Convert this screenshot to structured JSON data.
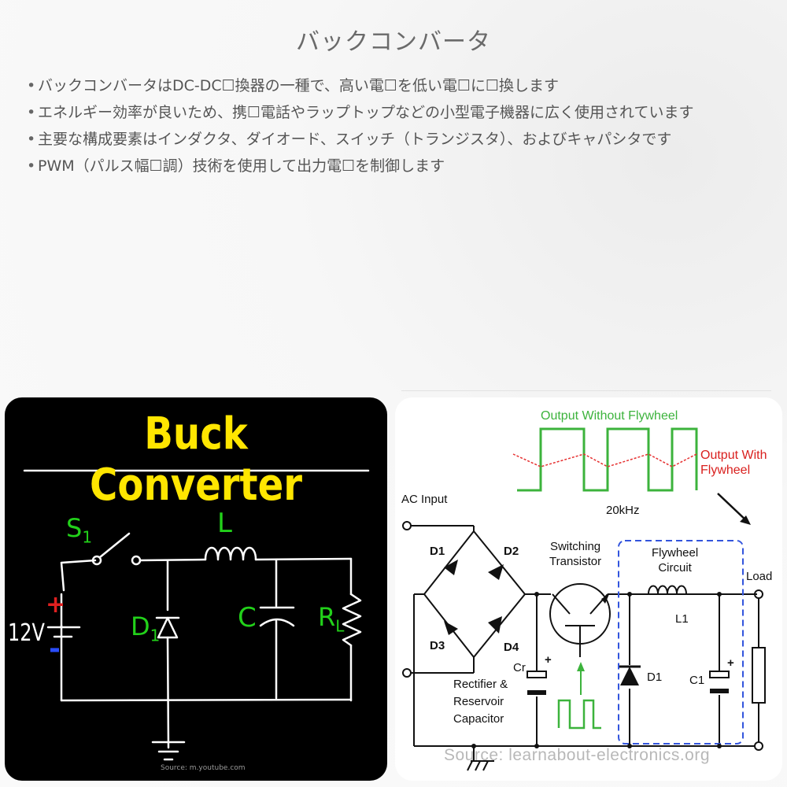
{
  "page": {
    "title": "バックコンバータ",
    "bullets": [
      "バックコンバータはDC-DC☐換器の一種で、高い電☐を低い電☐に☐換します",
      "エネルギー効率が良いため、携☐電話やラップトップなどの小型電子機器に広く使用されています",
      "主要な構成要素はインダクタ、ダイオード、スイッチ（トランジスタ）、およびキャパシタです",
      "PWM（パルス幅☐調）技術を使用して出力電☐を制御します"
    ]
  },
  "left_image": {
    "title": "Buck Converter",
    "labels": {
      "s1": "S",
      "s1_sub": "1",
      "l": "L",
      "plus": "+",
      "minus": "-",
      "voltage": "12V",
      "d1": "D",
      "d1_sub": "1",
      "c": "C",
      "rl": "R",
      "rl_sub": "L"
    },
    "source": "Source: m.youtube.com",
    "colors": {
      "title": "#ffe600",
      "green_labels": "#22d11a",
      "plus": "#e02020",
      "minus": "#2a4dff"
    }
  },
  "right_image": {
    "wave_green_label": "Output Without Flywheel",
    "wave_red_label": [
      "Output With",
      "Flywheel"
    ],
    "freq": "20kHz",
    "ac_input": "AC Input",
    "d1": "D1",
    "d2": "D2",
    "d3": "D3",
    "d4": "D4",
    "switching": [
      "Switching",
      "Transistor"
    ],
    "flywheel": [
      "Flywheel",
      "Circuit"
    ],
    "l1": "L1",
    "load": "Load",
    "cr": "Cr",
    "rectifier": [
      "Rectifier &",
      "Reservoir",
      "Capacitor"
    ],
    "diode_d1": "D1",
    "c1": "C1",
    "plus": "+",
    "source": "Source: learnabout-electronics.org",
    "colors": {
      "wave_green": "#3cb33c",
      "wave_red": "#e63030",
      "label_red": "#d9201e",
      "dashed_box": "#3355dd"
    }
  }
}
